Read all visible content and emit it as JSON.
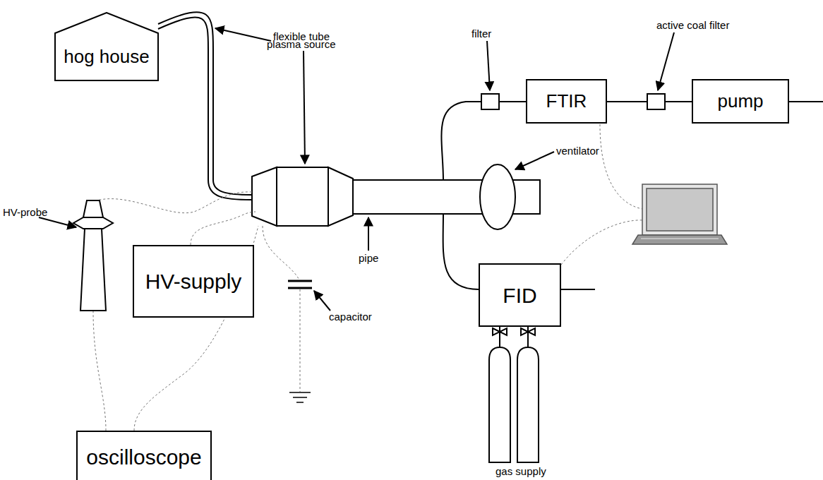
{
  "diagram": {
    "nodes": [
      {
        "text": [
          "hog house"
        ]
      },
      {
        "text": [
          "FTIR"
        ]
      },
      {
        "text": [
          "pump"
        ]
      },
      {
        "text": [
          "HV-supply"
        ]
      },
      {
        "text": [
          "FID"
        ]
      },
      {
        "text": [
          "oscilloscope"
        ]
      }
    ],
    "edges": [
      {
        "from": 1,
        "to": 2,
        "arrow": "none"
      }
    ],
    "labels": [
      "flexible tube",
      "plasma source",
      "filter",
      "active coal filter",
      "ventilator",
      "pipe",
      "HV-probe",
      "capacitor",
      "gas supply"
    ]
  }
}
